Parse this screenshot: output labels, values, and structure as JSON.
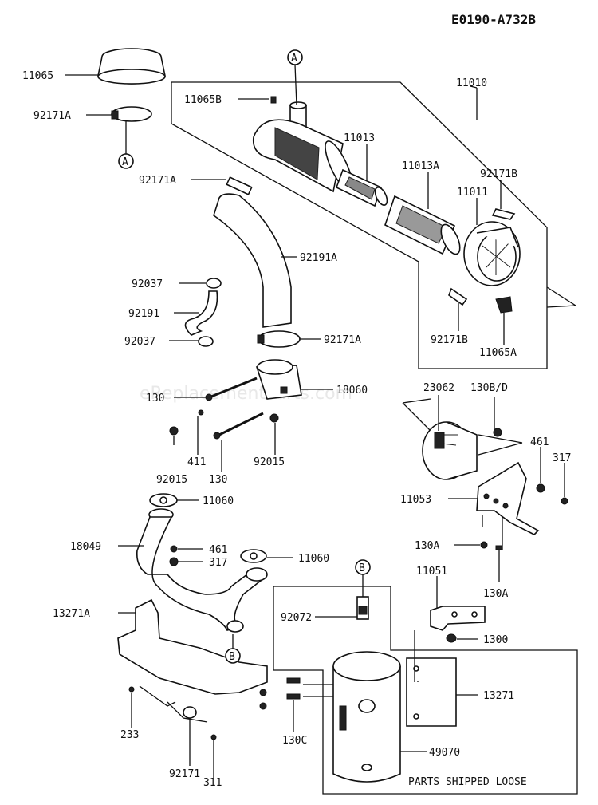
{
  "drawing_code": "E0190-A732B",
  "watermark": "eReplacementParts.com",
  "notes": {
    "shipped_loose": "PARTS SHIPPED LOOSE"
  },
  "callouts": {
    "a": "A",
    "b": "B"
  },
  "labels": [
    "11065",
    "92171A",
    "11065B",
    "11010",
    "11013",
    "11013A",
    "92171B",
    "11011",
    "92171A",
    "92191A",
    "92037",
    "92191",
    "92037",
    "92171A",
    "92171B",
    "11065A",
    "130",
    "18060",
    "23062",
    "130B/D",
    "461",
    "317",
    "411",
    "92015",
    "130",
    "92015",
    "11053",
    "11060",
    "461",
    "18049",
    "317",
    "11060",
    "130A",
    "130A",
    "11051",
    "13271A",
    "92072",
    "1300",
    "13271",
    "233",
    "130C",
    "49070",
    "92171",
    "311"
  ]
}
